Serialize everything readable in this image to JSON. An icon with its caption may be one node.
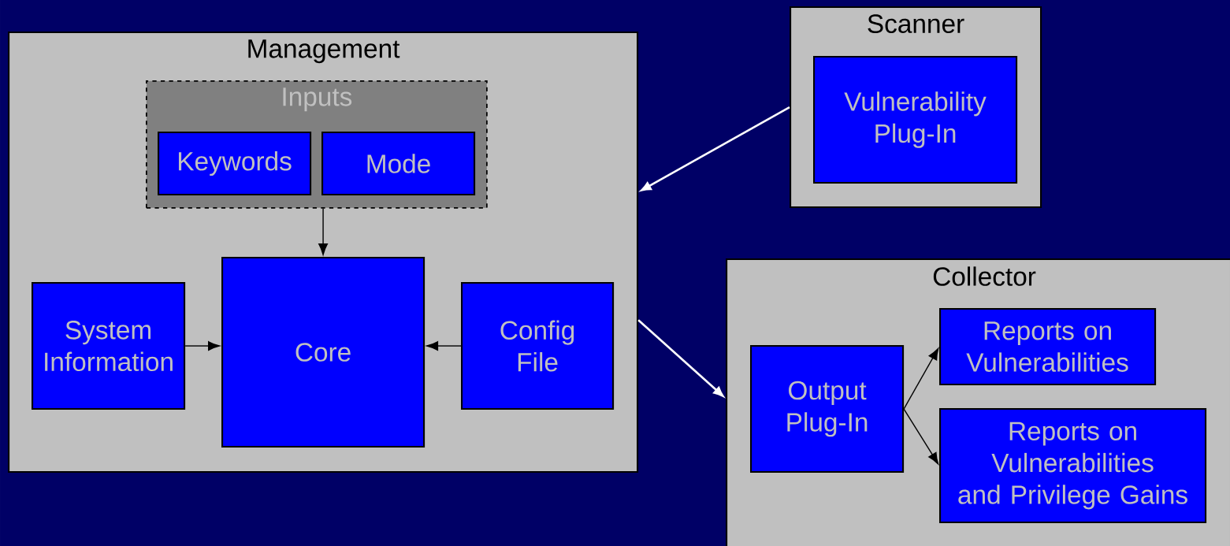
{
  "diagram": {
    "nodes": [
      {
        "text": [
          "Management"
        ]
      },
      {
        "text": [
          "Inputs"
        ],
        "in": 0
      },
      {
        "text": [
          "Keywords"
        ],
        "in": 1
      },
      {
        "text": [
          "Mode"
        ],
        "in": 1
      },
      {
        "text": [
          "System Information"
        ],
        "in": 0
      },
      {
        "text": [
          "Core"
        ],
        "in": 0
      },
      {
        "text": [
          "Config File"
        ],
        "in": 0
      },
      {
        "text": [
          "Scanner"
        ]
      },
      {
        "text": [
          "Vulnerability Plug-In"
        ],
        "in": 7
      },
      {
        "text": [
          "Collector"
        ]
      },
      {
        "text": [
          "Output Plug-In"
        ],
        "in": 9
      },
      {
        "text": [
          "Reports on Vulnerabilities"
        ],
        "in": 9
      },
      {
        "text": [
          "Reports on Vulnerabilities and Privilege Gains"
        ],
        "in": 9
      }
    ],
    "edges": [
      {
        "from": 1,
        "to": 5,
        "arrow": "to"
      },
      {
        "from": 4,
        "to": 5,
        "arrow": "to"
      },
      {
        "from": 6,
        "to": 5,
        "arrow": "to"
      },
      {
        "from": 7,
        "to": 0,
        "arrow": "to",
        "color": "#ffffff"
      },
      {
        "from": 0,
        "to": 9,
        "arrow": "to",
        "color": "#ffffff"
      },
      {
        "from": 10,
        "to": 11,
        "arrow": "to"
      },
      {
        "from": 10,
        "to": 12,
        "arrow": "to"
      }
    ]
  }
}
